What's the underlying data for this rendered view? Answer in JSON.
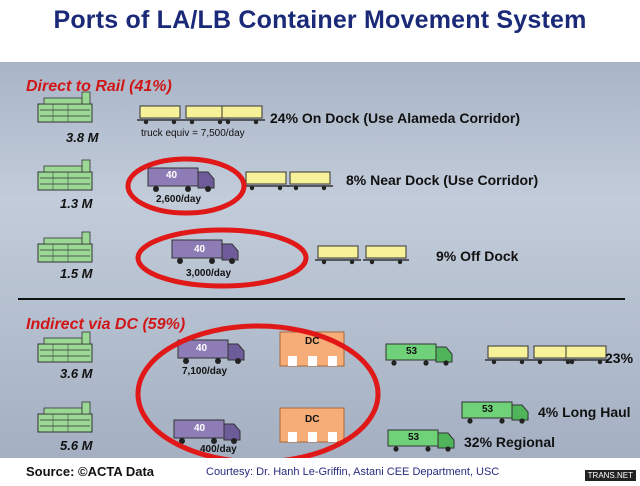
{
  "title": "Ports of LA/LB Container Movement System",
  "sections": {
    "direct": "Direct  to Rail (41%)",
    "indirect": "Indirect  via DC (59%)"
  },
  "rows": {
    "r1": {
      "volume": "3.8 M",
      "note": "truck equiv = 7,500/day",
      "label": "24% On Dock (Use Alameda Corridor)"
    },
    "r2": {
      "volume": "1.3 M",
      "truck_num": "40",
      "rate": "2,600/day",
      "label": "8% Near Dock (Use Corridor)"
    },
    "r3": {
      "volume": "1.5 M",
      "truck_num": "40",
      "rate": "3,000/day",
      "label": "9% Off Dock"
    },
    "r4": {
      "volume": "3.6 M",
      "truck_num": "40",
      "rate": "7,100/day",
      "dc": "DC",
      "truck2_num": "53",
      "label": "23%"
    },
    "r5": {
      "volume": "5.6 M",
      "truck_num": "40",
      "rate": "400/day",
      "dc": "DC",
      "truck_a_num": "53",
      "label_a": "4% Long Haul",
      "truck_b_num": "53",
      "label_b": "32% Regional"
    }
  },
  "footer": {
    "source": "Source: ©ACTA Data",
    "courtesy": "Courtesy: Dr. Hanh Le-Griffin, Astani CEE Department, USC",
    "watermark": "TRANS.NET"
  },
  "colors": {
    "title": "#1b2a78",
    "section": "#d01616",
    "ring": "#e01818",
    "ship": "#9bd896",
    "railcar": "#f7f29a",
    "truck_purple": "#8e7cb6",
    "truck_green": "#6fd279",
    "dc": "#f6ad78"
  }
}
